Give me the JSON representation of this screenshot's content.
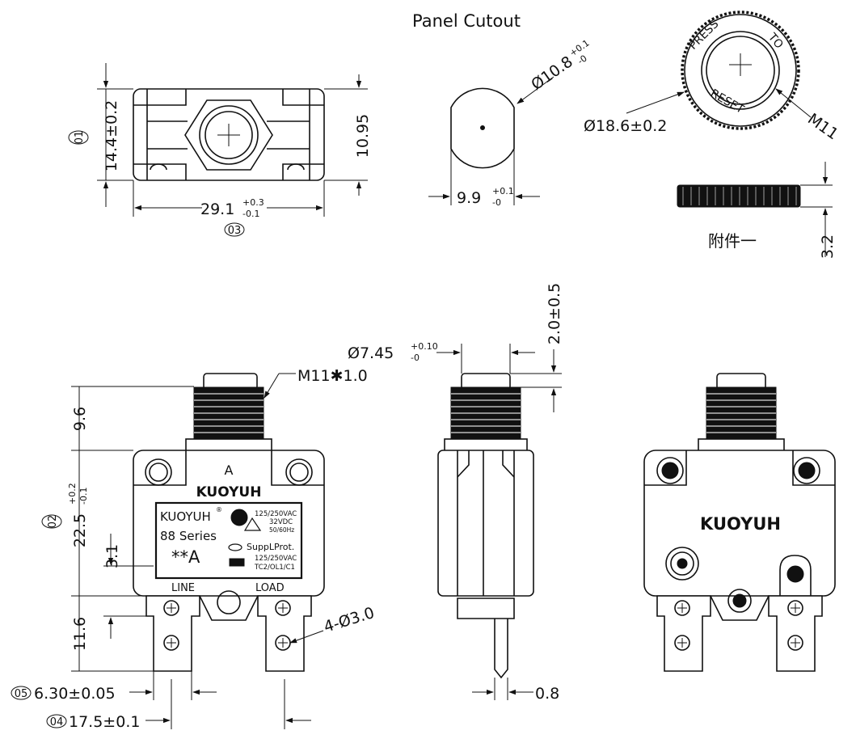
{
  "title": "Panel Cutout",
  "top_view": {
    "circle_label": "01",
    "height_dim": "14.4±0.2",
    "inner_height_dim": "10.95",
    "width_dim": "29.1",
    "width_tol_up": "+0.3",
    "width_tol_down": "-0.1",
    "width_circle_label": "03"
  },
  "cutout": {
    "diameter_dim": "Ø10.8",
    "diameter_tol_up": "+0.1",
    "diameter_tol_down": "-0",
    "width_dim": "9.9",
    "width_tol_up": "+0.1",
    "width_tol_down": "-0"
  },
  "nut": {
    "text_press": "PRESS",
    "text_to": "TO",
    "text_reset": "RESET",
    "diameter_dim": "Ø18.6±0.2",
    "thread_label": "M11",
    "accessory_label": "附件一",
    "thickness_dim": "3.2"
  },
  "front_view": {
    "thread_label": "M11✱1.0",
    "button_height_dim": "9.6",
    "body_height_dim": "22.5",
    "body_tol_up": "+0.2",
    "body_tol_down": "-0.1",
    "body_circle_label": "02",
    "small_dim": "3.1",
    "terminal_height_dim": "11.6",
    "hole_label": "4-Ø3.0",
    "letter_a": "A",
    "brand": "KUOYUH",
    "label_brand": "KUOYUH",
    "label_registered": "®",
    "label_series": "88 Series",
    "label_rating": "**A",
    "label_spec_1": "125/250VAC",
    "label_spec_2": "32VDC",
    "label_spec_3": "50/60Hz",
    "label_spec_4": "SuppLProt.",
    "label_spec_5": "125/250VAC",
    "label_spec_6": "TC2/OL1/C1",
    "terminal_left": "LINE",
    "terminal_right": "LOAD",
    "terminal_width_label": "05",
    "terminal_width_dim": "6.30±0.05",
    "terminal_pitch_label": "04",
    "terminal_pitch_dim": "17.5±0.1"
  },
  "side_view": {
    "diameter_dim": "Ø7.45",
    "diameter_tol_up": "+0.10",
    "diameter_tol_down": "-0",
    "travel_dim": "2.0±0.5",
    "tab_thickness_dim": "0.8"
  },
  "back_view": {
    "brand": "KUOYUH"
  }
}
